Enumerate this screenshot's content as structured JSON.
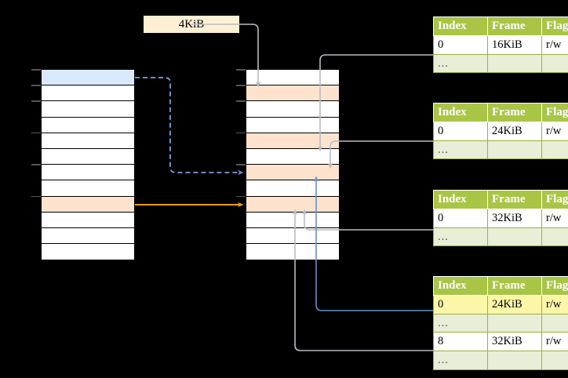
{
  "diagram": {
    "title_label": {
      "text": "4KiB"
    },
    "colors": {
      "header_green": "#a8c546",
      "row_alt_green": "#e9efd6",
      "highlight_yellow": "#fcf7a8",
      "peach": "#fde3cd",
      "blue": "#dae8fb",
      "orange_arrow": "#e8a010",
      "blue_arrow": "#6b8fc4",
      "gray_wire": "#b8b8b8",
      "label_bg": "#fdf0d5"
    },
    "left_column": {
      "name": "virtual-address-space",
      "row_count": 12,
      "highlighted_rows": [
        {
          "index": 0,
          "style": "blue"
        },
        {
          "index": 8,
          "style": "peach"
        }
      ]
    },
    "middle_column": {
      "name": "physical-memory",
      "row_count": 12,
      "highlighted_rows": [
        {
          "index": 1,
          "style": "peach"
        },
        {
          "index": 4,
          "style": "peach"
        },
        {
          "index": 6,
          "style": "peach"
        },
        {
          "index": 8,
          "style": "peach"
        }
      ]
    },
    "page_tables": [
      {
        "name": "page-table-level-1",
        "headers": [
          "Index",
          "Frame",
          "Flags"
        ],
        "rows": [
          {
            "cells": [
              "0",
              "16KiB",
              "r/w"
            ],
            "style": "data",
            "highlight": [
              false,
              false,
              false
            ]
          },
          {
            "cells": [
              "...",
              "",
              ""
            ],
            "style": "ellipsis",
            "highlight": [
              false,
              false,
              false
            ]
          }
        ]
      },
      {
        "name": "page-table-level-2",
        "headers": [
          "Index",
          "Frame",
          "Flags"
        ],
        "rows": [
          {
            "cells": [
              "0",
              "24KiB",
              "r/w"
            ],
            "style": "data",
            "highlight": [
              false,
              false,
              false
            ]
          },
          {
            "cells": [
              "...",
              "",
              ""
            ],
            "style": "ellipsis",
            "highlight": [
              false,
              false,
              false
            ]
          }
        ]
      },
      {
        "name": "page-table-level-3",
        "headers": [
          "Index",
          "Frame",
          "Flags"
        ],
        "rows": [
          {
            "cells": [
              "0",
              "32KiB",
              "r/w"
            ],
            "style": "data",
            "highlight": [
              false,
              false,
              false
            ]
          },
          {
            "cells": [
              "...",
              "",
              ""
            ],
            "style": "ellipsis",
            "highlight": [
              false,
              false,
              false
            ]
          }
        ]
      },
      {
        "name": "page-table-level-4",
        "headers": [
          "Index",
          "Frame",
          "Flags"
        ],
        "rows": [
          {
            "cells": [
              "0",
              "24KiB",
              "r/w"
            ],
            "style": "data",
            "highlight": [
              true,
              true,
              true
            ]
          },
          {
            "cells": [
              "...",
              "",
              ""
            ],
            "style": "ellipsis",
            "highlight": [
              false,
              false,
              false
            ]
          },
          {
            "cells": [
              "8",
              "32KiB",
              "r/w"
            ],
            "style": "data",
            "highlight": [
              false,
              false,
              false
            ]
          },
          {
            "cells": [
              "...",
              "",
              ""
            ],
            "style": "ellipsis",
            "highlight": [
              false,
              false,
              false
            ]
          }
        ]
      }
    ],
    "connectors": [
      {
        "name": "label-to-physical",
        "kind": "gray-arrow"
      },
      {
        "name": "table1-to-physical",
        "kind": "gray-arrow"
      },
      {
        "name": "table2-to-physical",
        "kind": "gray-arrow"
      },
      {
        "name": "table3-to-physical",
        "kind": "gray-arrow"
      },
      {
        "name": "table4-row1-to-physical",
        "kind": "blue-arrow"
      },
      {
        "name": "table4-row3-to-physical",
        "kind": "gray-arrow"
      },
      {
        "name": "virtual-blue-dashed",
        "kind": "blue-dashed-arrow"
      },
      {
        "name": "virtual-orange",
        "kind": "orange-arrow"
      }
    ]
  }
}
